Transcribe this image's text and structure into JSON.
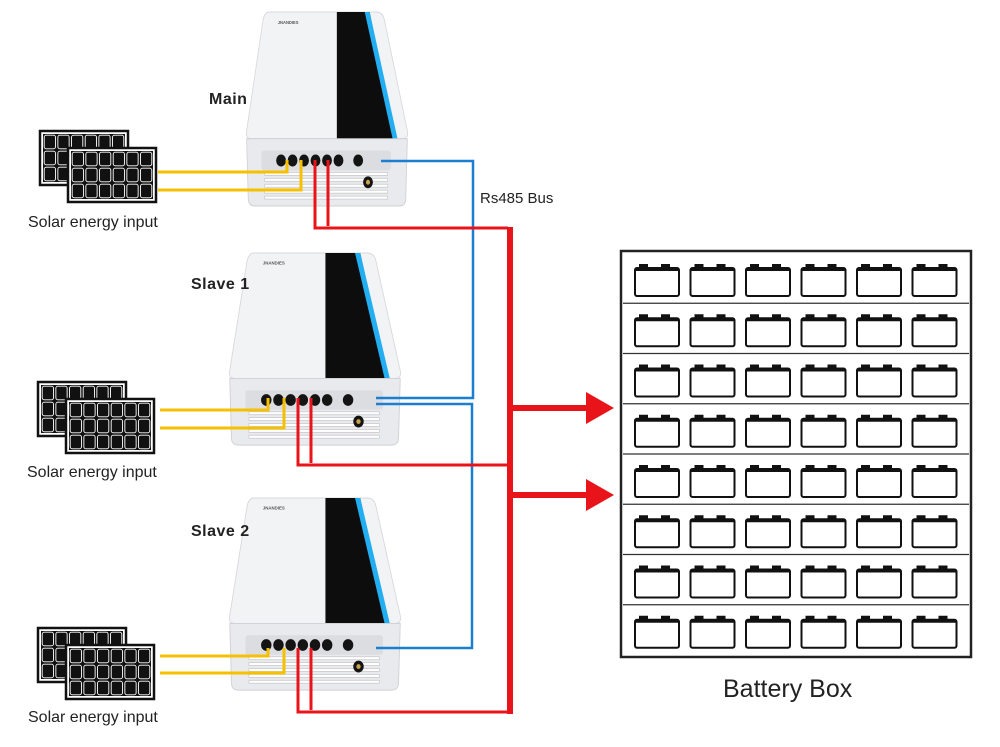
{
  "units": [
    {
      "name": "Main",
      "solar_label": "Solar energy input"
    },
    {
      "name": "Slave 1",
      "solar_label": "Solar energy input"
    },
    {
      "name": "Slave 2",
      "solar_label": "Solar energy input"
    }
  ],
  "bus_label": "Rs485 Bus",
  "battery_box": {
    "title": "Battery Box",
    "rows": 8,
    "cols": 6
  },
  "brand_text": "JNANDIES",
  "colors": {
    "pv_wire": "#f5c000",
    "dc_wire": "#e8141a",
    "comm_wire": "#1a7fd0",
    "panel": "#111111",
    "accent_stripe": "#22aef0"
  }
}
